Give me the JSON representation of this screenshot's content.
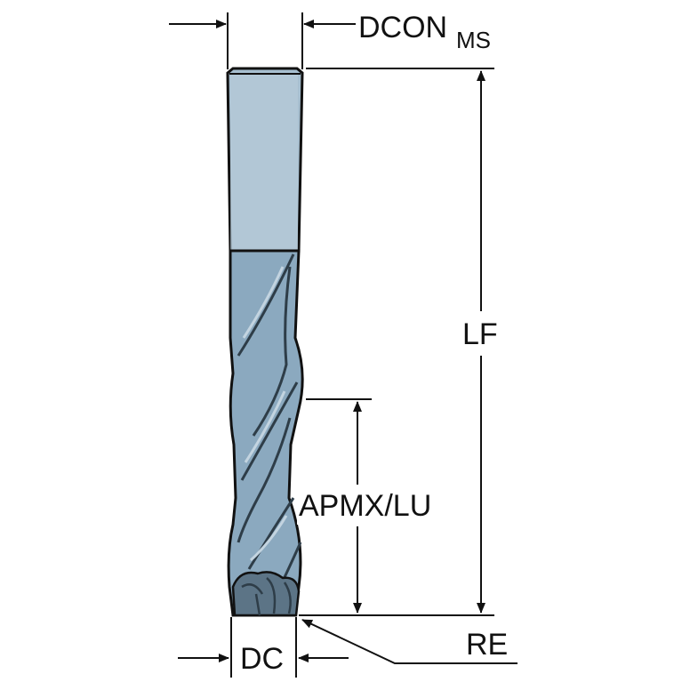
{
  "labels": {
    "dcon_main": "DCON",
    "dcon_sub": "MS",
    "lf": "LF",
    "apmx": "APMX/LU",
    "dc": "DC",
    "re": "RE"
  },
  "colors": {
    "shank": "#a7bfd0",
    "shank_light": "#c3d4e0",
    "flute": "#8ba9bf",
    "flute_dark": "#2e3d48",
    "line": "#111111",
    "background": "#ffffff"
  }
}
